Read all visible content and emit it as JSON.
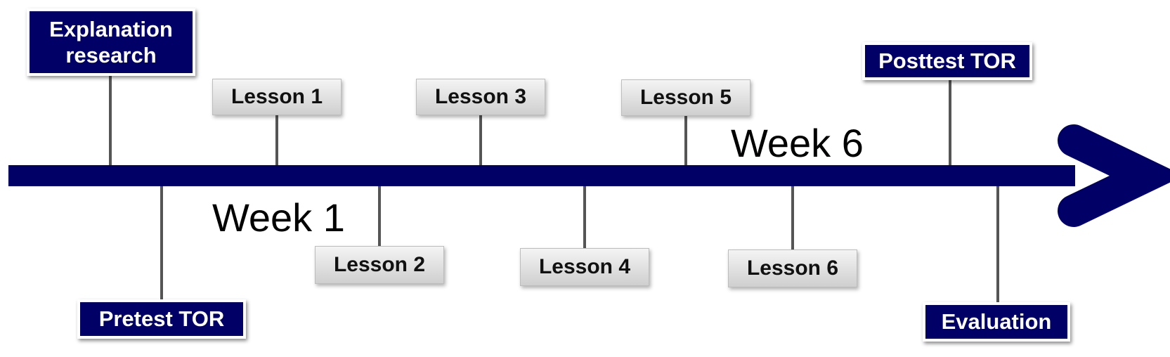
{
  "diagram": {
    "colors": {
      "arrow": "#000066",
      "navy_box": "#000066",
      "connector": "#555555"
    },
    "top_boxes": {
      "explanation_research": "Explanation research",
      "lesson1": "Lesson 1",
      "lesson3": "Lesson 3",
      "lesson5": "Lesson 5",
      "posttest": "Posttest TOR"
    },
    "bottom_boxes": {
      "pretest": "Pretest TOR",
      "lesson2": "Lesson 2",
      "lesson4": "Lesson 4",
      "lesson6": "Lesson 6",
      "evaluation": "Evaluation"
    },
    "week_labels": {
      "week1": "Week 1",
      "week6": "Week 6"
    }
  }
}
